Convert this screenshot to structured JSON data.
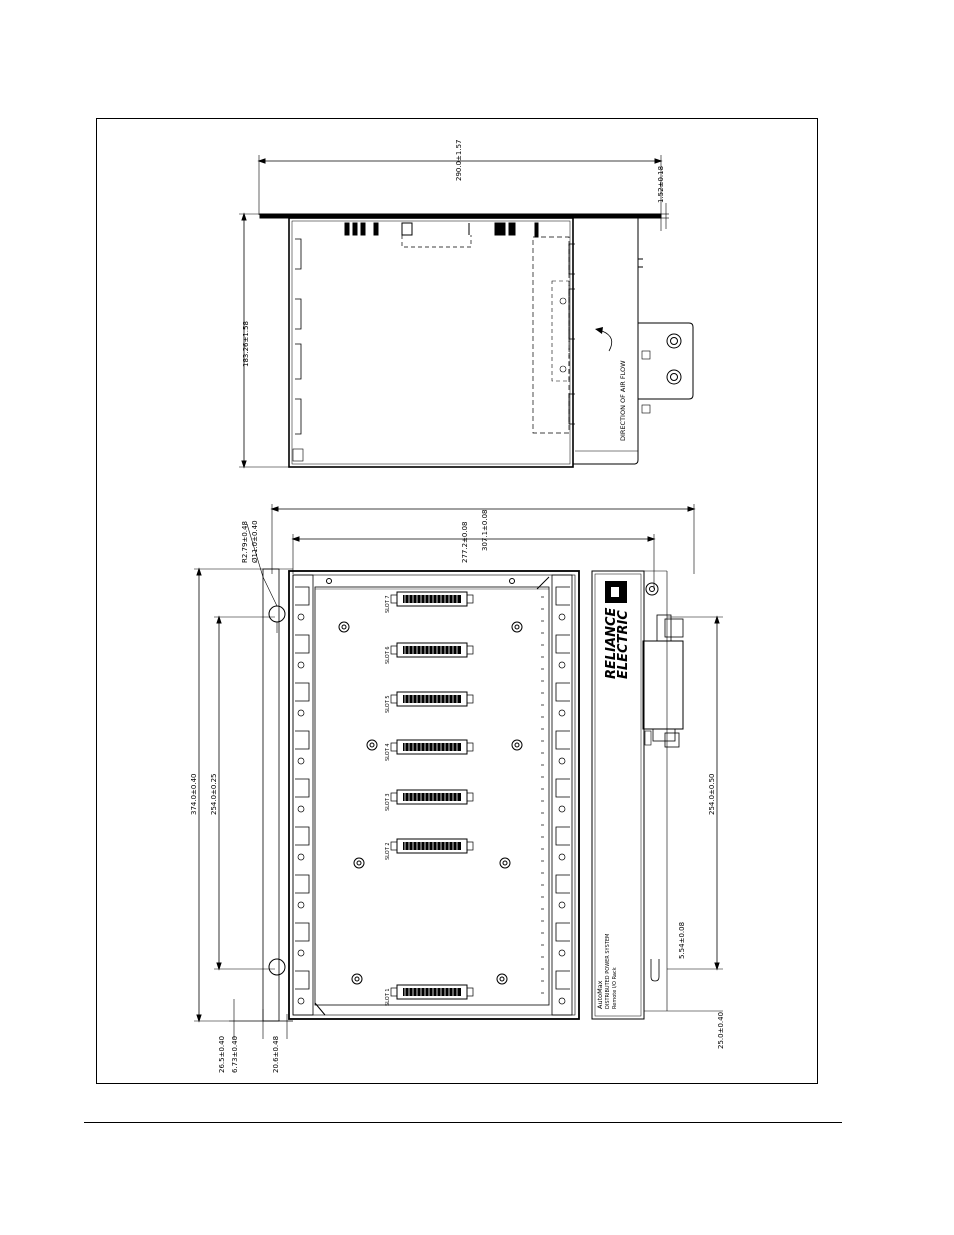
{
  "top_view": {
    "dim_width": "290.0±1.57",
    "dim_height": "183.26±1.58",
    "dim_offset": "1.52±0.18",
    "airflow_label": "DIRECTION OF AIR FLOW"
  },
  "front_view": {
    "dim_overall_width": "307.1±0.08",
    "dim_inner_width": "277.2±0.08",
    "dim_hole_radius": "R2.79±0.48",
    "dim_hole_diameter": "Ø11.0±0.40",
    "dim_overall_height": "374.0±0.40",
    "dim_hole_spacing_left": "254.0±0.25",
    "dim_hole_spacing_right": "254.0±0.50",
    "dim_bottom_offset_1": "26.5±0.40",
    "dim_bottom_offset_2": "6.73±0.40",
    "dim_flange": "20.6±0.48",
    "dim_slot_width": "5.54±0.08",
    "dim_bottom_right": "25.0±0.40",
    "slot_labels": [
      "SLOT 1",
      "SLOT 2",
      "SLOT 3",
      "SLOT 4",
      "SLOT 5",
      "SLOT 6",
      "SLOT 7"
    ],
    "brand_line_1": "RELIANCE",
    "brand_line_2": "ELECTRIC",
    "product_line_1": "AutoMax",
    "product_line_2": "DISTRIBUTED POWER SYSTEM",
    "product_line_3": "Remote I/O Rack"
  }
}
